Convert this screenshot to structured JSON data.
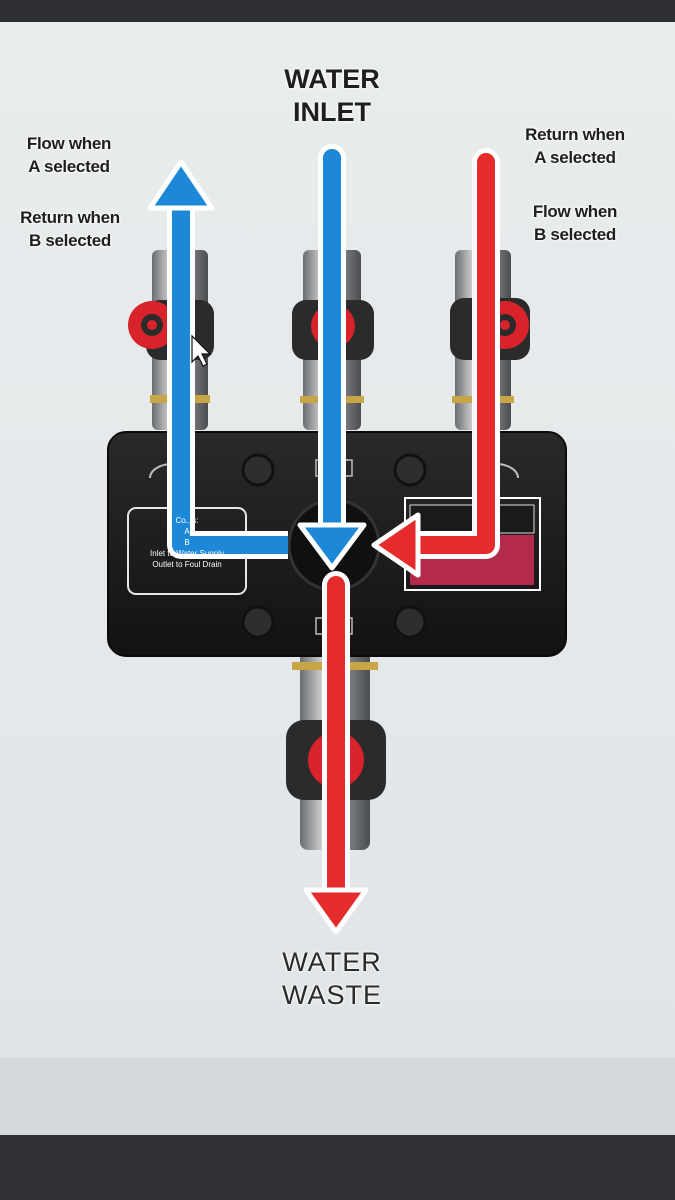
{
  "diagram": {
    "inlet_label": [
      "WATER",
      "INLET"
    ],
    "waste_label": [
      "WATER",
      "WASTE"
    ],
    "left_notes": {
      "flow": [
        "Flow when",
        "A selected"
      ],
      "return": [
        "Return when",
        "B selected"
      ]
    },
    "right_notes": {
      "return": [
        "Return when",
        "A selected"
      ],
      "flow": [
        "Flow when",
        "B selected"
      ]
    },
    "panel_lines": [
      "Co...s:",
      "A",
      "B",
      "Inlet to Water Supply",
      "Outlet to Foul Drain"
    ],
    "colors": {
      "flow_blue": "#1e88d8",
      "return_red": "#e52b2b",
      "body": "#1c1c1c",
      "valve_red": "#d9232b"
    }
  }
}
